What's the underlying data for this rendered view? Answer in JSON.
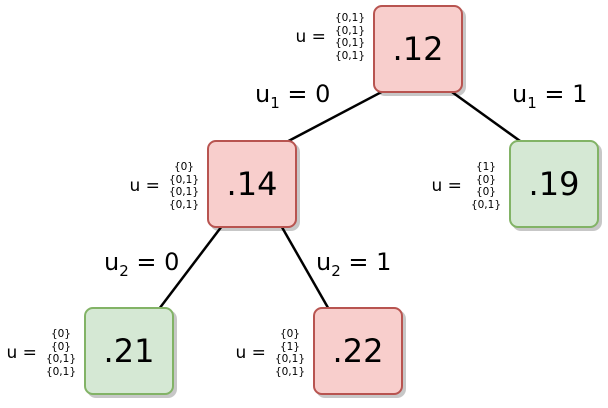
{
  "diagram": {
    "colors": {
      "highlighted_fill": "#f8cecc",
      "highlighted_stroke": "#b85450",
      "leaf_fill": "#d5e8d4",
      "leaf_stroke": "#82b366",
      "edge": "#000000"
    },
    "nodes": [
      {
        "id": "root",
        "value": ".12",
        "style": "highlighted",
        "label": "u =",
        "sets": [
          "{0,1}",
          "{0,1}",
          "{0,1}",
          "{0,1}"
        ]
      },
      {
        "id": "u1-0",
        "value": ".14",
        "style": "highlighted",
        "label": "u =",
        "sets": [
          "{0}",
          "{0,1}",
          "{0,1}",
          "{0,1}"
        ]
      },
      {
        "id": "u1-1",
        "value": ".19",
        "style": "leaf",
        "label": "u =",
        "sets": [
          "{1}",
          "{0}",
          "{0}",
          "{0,1}"
        ]
      },
      {
        "id": "u2-0",
        "value": ".21",
        "style": "leaf",
        "label": "u =",
        "sets": [
          "{0}",
          "{0}",
          "{0,1}",
          "{0,1}"
        ]
      },
      {
        "id": "u2-1",
        "value": ".22",
        "style": "highlighted",
        "label": "u =",
        "sets": [
          "{0}",
          "{1}",
          "{0,1}",
          "{0,1}"
        ]
      }
    ],
    "edges": [
      {
        "from": "root",
        "to": "u1-0",
        "var": "u",
        "index": "1",
        "value": "= 0"
      },
      {
        "from": "root",
        "to": "u1-1",
        "var": "u",
        "index": "1",
        "value": "= 1"
      },
      {
        "from": "u1-0",
        "to": "u2-0",
        "var": "u",
        "index": "2",
        "value": "= 0"
      },
      {
        "from": "u1-0",
        "to": "u2-1",
        "var": "u",
        "index": "2",
        "value": "= 1"
      }
    ]
  }
}
